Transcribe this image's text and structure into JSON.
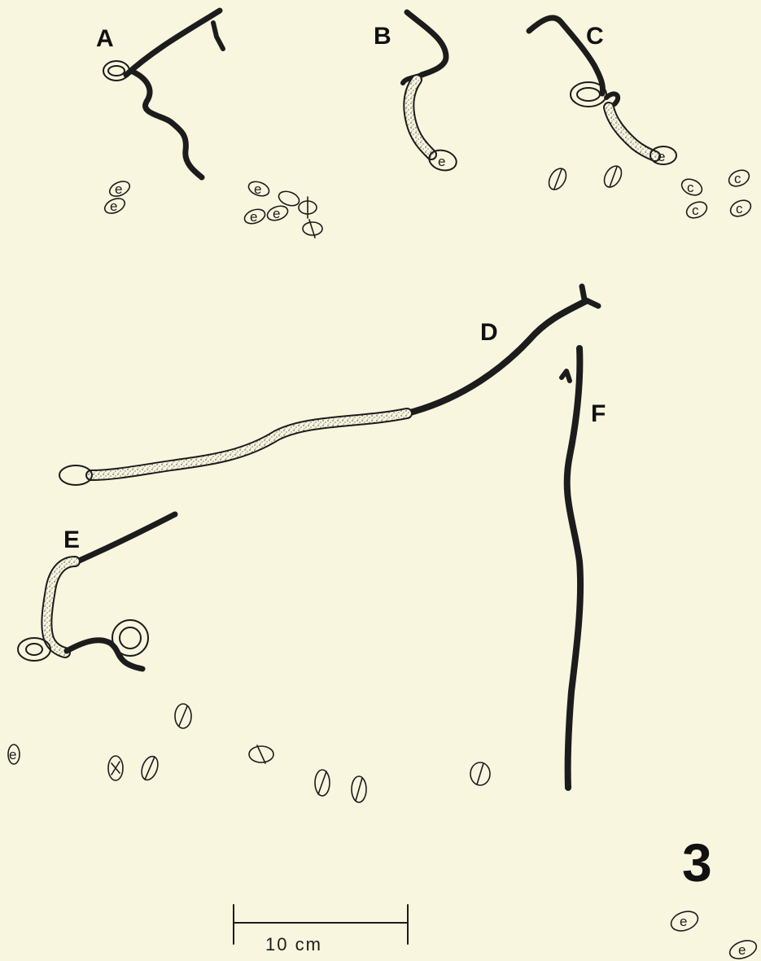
{
  "figure": {
    "number": "3",
    "scale_bar": {
      "label": "10 cm"
    },
    "background": "#f8f6df",
    "ink": "#1c1c1c"
  },
  "panels": [
    {
      "id": "A",
      "label": "A"
    },
    {
      "id": "B",
      "label": "B"
    },
    {
      "id": "C",
      "label": "C"
    },
    {
      "id": "D",
      "label": "D"
    },
    {
      "id": "E",
      "label": "E"
    },
    {
      "id": "F",
      "label": "F"
    }
  ],
  "seed_marks": {
    "e": "e",
    "c": "c"
  }
}
